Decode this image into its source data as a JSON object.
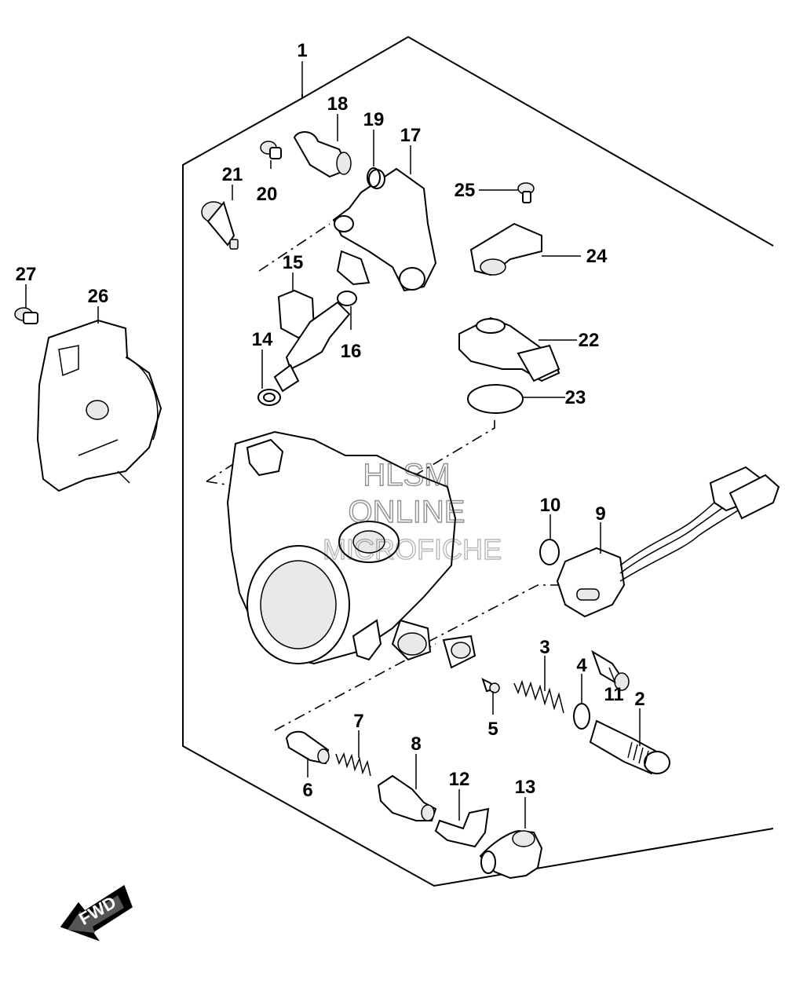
{
  "parts": [
    {
      "id": "p1",
      "label": "1"
    },
    {
      "id": "p2",
      "label": "2"
    },
    {
      "id": "p3",
      "label": "3"
    },
    {
      "id": "p4",
      "label": "4"
    },
    {
      "id": "p5",
      "label": "5"
    },
    {
      "id": "p6",
      "label": "6"
    },
    {
      "id": "p7",
      "label": "7"
    },
    {
      "id": "p8",
      "label": "8"
    },
    {
      "id": "p9",
      "label": "9"
    },
    {
      "id": "p10",
      "label": "10"
    },
    {
      "id": "p11",
      "label": "11"
    },
    {
      "id": "p12",
      "label": "12"
    },
    {
      "id": "p13",
      "label": "13"
    },
    {
      "id": "p14",
      "label": "14"
    },
    {
      "id": "p15",
      "label": "15"
    },
    {
      "id": "p16",
      "label": "16"
    },
    {
      "id": "p17",
      "label": "17"
    },
    {
      "id": "p18",
      "label": "18"
    },
    {
      "id": "p19",
      "label": "19"
    },
    {
      "id": "p20",
      "label": "20"
    },
    {
      "id": "p21",
      "label": "21"
    },
    {
      "id": "p22",
      "label": "22"
    },
    {
      "id": "p23",
      "label": "23"
    },
    {
      "id": "p24",
      "label": "24"
    },
    {
      "id": "p25",
      "label": "25"
    },
    {
      "id": "p26",
      "label": "26"
    },
    {
      "id": "p27",
      "label": "27"
    }
  ],
  "watermark": {
    "line1": "HLSM",
    "line2": "ONLINE",
    "line3": "MICROFICHE"
  },
  "direction_badge": "FWD"
}
